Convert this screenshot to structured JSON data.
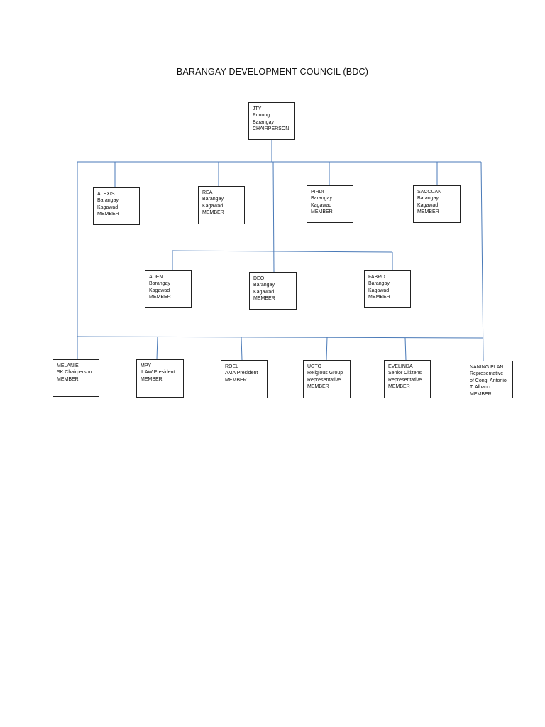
{
  "title": "BARANGAY DEVELOPMENT COUNCIL (BDC)",
  "colors": {
    "connector": "#4a7ab8",
    "border": "#222222"
  },
  "nodes": {
    "jty": {
      "lines": [
        "JTY",
        "Punong",
        "Barangay",
        "CHAIRPERSON"
      ]
    },
    "alexis": {
      "lines": [
        "ALEXIS",
        "Barangay",
        "Kagawad",
        "MEMBER"
      ]
    },
    "rea": {
      "lines": [
        "REA",
        "Barangay",
        "Kagawad",
        "MEMBER"
      ]
    },
    "pirdi": {
      "lines": [
        "PIRDI",
        "Barangay",
        "Kagawad",
        "MEMBER"
      ]
    },
    "saccuan": {
      "lines": [
        "SACCUAN",
        "Barangay",
        "Kagawad",
        "MEMBER"
      ]
    },
    "aden": {
      "lines": [
        "ADEN",
        "Barangay",
        "Kagawad",
        "MEMBER"
      ]
    },
    "deo": {
      "lines": [
        "DEO",
        "Barangay",
        "Kagawad",
        "MEMBER"
      ]
    },
    "fabro": {
      "lines": [
        "FABRO",
        "Barangay",
        "Kagawad",
        "MEMBER"
      ]
    },
    "melanie": {
      "lines": [
        "MELANIE",
        "SK Chairperson",
        "MEMBER"
      ]
    },
    "mpy": {
      "lines": [
        "MPY",
        "ILAW President",
        "MEMBER"
      ]
    },
    "roel": {
      "lines": [
        "ROEL",
        "AMA President",
        "MEMBER"
      ]
    },
    "ugto": {
      "lines": [
        "UGTO",
        "Religious Group",
        "Representative",
        "MEMBER"
      ]
    },
    "evelinda": {
      "lines": [
        "EVELINDA",
        "Senior Citizens",
        "Representative",
        "MEMBER"
      ]
    },
    "naning": {
      "lines": [
        "NANING PLAN",
        "Representative",
        "of Cong. Antonio",
        "T. Albano",
        "MEMBER"
      ]
    }
  }
}
